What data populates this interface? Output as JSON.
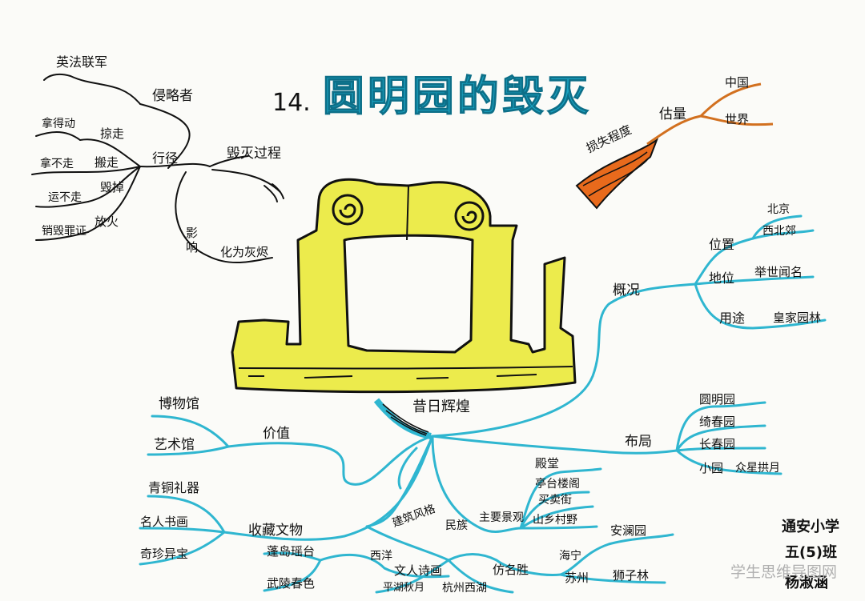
{
  "title": {
    "number": "14.",
    "text": "圆明园的毁灭"
  },
  "center": "昔日辉煌",
  "left_branch": {
    "root": "毁灭过程",
    "invaders": "侵略者",
    "invaders_who": "英法联军",
    "actions": "行径",
    "action_items": [
      "掠走",
      "拿得动",
      "搬走",
      "拿不走",
      "毁掉",
      "运不走",
      "放火",
      "销毁罪证"
    ],
    "effect": "影响",
    "effect_result": "化为灰烬"
  },
  "loss": {
    "root": "损失程度",
    "measure": "估量",
    "china": "中国",
    "world": "世界"
  },
  "overview": {
    "root": "概况",
    "position": "位置",
    "beijing": "北京",
    "northwest": "西北郊",
    "status": "地位",
    "famous": "举世闻名",
    "use": "用途",
    "royal": "皇家园林"
  },
  "layout": {
    "root": "布局",
    "gardens": [
      "圆明园",
      "绮春园",
      "长春园"
    ],
    "small": "小园",
    "stars": "众星拱月"
  },
  "value": {
    "root": "价值",
    "museum": "博物馆",
    "gallery": "艺术馆"
  },
  "relics": {
    "root": "收藏文物",
    "bronze": "青铜礼器",
    "calligraphy": "名人书画",
    "treasures": "奇珍异宝"
  },
  "architecture": {
    "root": "建筑风格",
    "western": "西洋",
    "national": "民族",
    "main": "主要景观",
    "main_items": [
      "殿堂",
      "亭台楼阁",
      "买卖街",
      "山乡村野"
    ],
    "imitate": "仿名胜",
    "haining": "海宁",
    "anlan": "安澜园",
    "suzhou": "苏州",
    "lion": "狮子林",
    "hangzhou": "杭州西湖",
    "pinghu": "平湖秋月",
    "poetry": "文人诗画",
    "penglai": "蓬岛瑶台",
    "wuling": "武陵春色"
  },
  "signature": {
    "school": "通安小学",
    "class": "五(5)班",
    "name": "杨淑涵"
  },
  "watermark": "学生思维导图网",
  "colors": {
    "title": "#1aa3c2",
    "branch_blue": "#2fb6d0",
    "gate_yellow": "#eceb4c",
    "loss_orange": "#e86a1c",
    "branch_brown": "#d2701f",
    "ink": "#111111"
  }
}
